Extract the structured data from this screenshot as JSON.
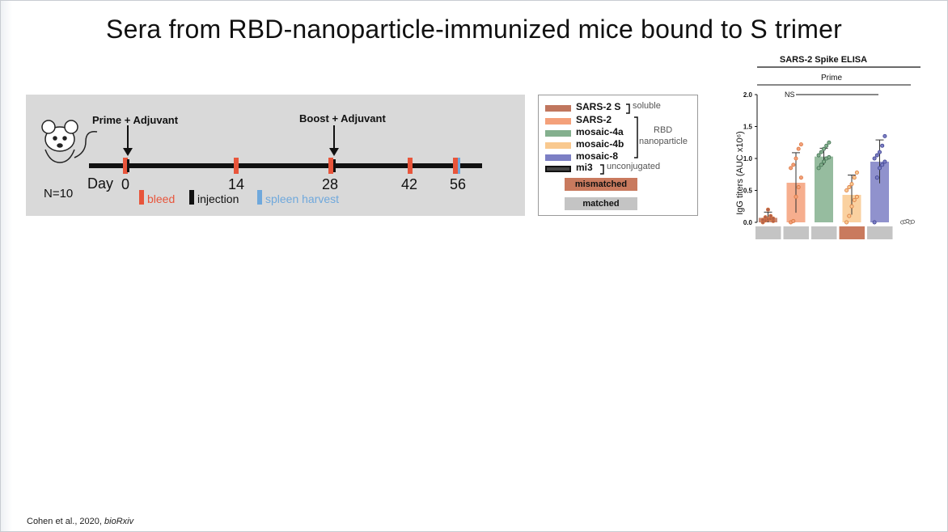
{
  "slide": {
    "title": "Sera from RBD-nanoparticle-immunized mice bound to S trimer",
    "citation_authors": "Cohen et al., 2020, ",
    "citation_journal": "bioRxiv"
  },
  "timeline": {
    "prime_label": "Prime + Adjuvant",
    "boost_label": "Boost + Adjuvant",
    "n_label": "N=10",
    "day_label": "Day",
    "days": [
      "0",
      "14",
      "28",
      "42",
      "56"
    ],
    "key": [
      {
        "label": "bleed",
        "color": "#e8553b"
      },
      {
        "label": "injection",
        "color": "#000000"
      },
      {
        "label": "spleen harvest",
        "color": "#6fa8dc"
      }
    ]
  },
  "legend": {
    "items": [
      {
        "label": "SARS-2 S",
        "color": "#c0765e"
      },
      {
        "label": "SARS-2",
        "color": "#f4a07a"
      },
      {
        "label": "mosaic-4a",
        "color": "#84b08e"
      },
      {
        "label": "mosaic-4b",
        "color": "#f9c98f"
      },
      {
        "label": "mosaic-8",
        "color": "#7c7fc4"
      },
      {
        "label": "mi3",
        "color": "#111111"
      }
    ],
    "soluble_note": "soluble",
    "rbd_note_line1": "RBD",
    "rbd_note_line2": "nanoparticle",
    "unconjugated_note": "unconjugated",
    "mismatched_label": "mismatched",
    "mismatched_color": "#c97a5e",
    "matched_label": "matched",
    "matched_color": "#c4c4c4"
  },
  "chart_data": {
    "type": "bar",
    "title": "SARS-2 Spike ELISA",
    "group_label": "Prime",
    "ylabel": "IgG titers (AUC x10⁶)",
    "ylim": [
      0,
      2.0
    ],
    "yticks": [
      "0.0",
      "0.5",
      "1.0",
      "1.5",
      "2.0"
    ],
    "significance_label": "NS",
    "categories": [
      "SARS-2 S",
      "SARS-2",
      "mosaic-4a",
      "mosaic-4b",
      "mosaic-8",
      "mi3"
    ],
    "series": [
      {
        "values": [
          0.07,
          0.62,
          1.03,
          0.43,
          0.95,
          0.01
        ],
        "errors": [
          0.09,
          0.47,
          0.13,
          0.31,
          0.34,
          0.01
        ],
        "colors": [
          "#c0765e",
          "#f4a07a",
          "#84b08e",
          "#f9c98f",
          "#7c7fc4",
          "#ffffff"
        ],
        "points": [
          [
            0.0,
            0.03,
            0.05,
            0.06,
            0.02,
            0.04,
            0.08,
            0.2,
            0.1,
            0.06
          ],
          [
            0.0,
            0.02,
            0.4,
            0.55,
            0.7,
            0.85,
            0.9,
            1.0,
            1.15,
            1.22
          ],
          [
            0.85,
            0.9,
            0.95,
            1.0,
            1.02,
            1.05,
            1.1,
            1.15,
            1.2,
            1.25
          ],
          [
            0.0,
            0.1,
            0.25,
            0.35,
            0.4,
            0.5,
            0.55,
            0.6,
            0.7,
            0.78
          ],
          [
            0.0,
            0.7,
            0.85,
            0.9,
            0.95,
            1.0,
            1.05,
            1.1,
            1.2,
            1.35
          ],
          [
            0.0,
            0.01,
            0.02,
            0.0,
            0.01
          ]
        ]
      }
    ],
    "match_bar": [
      "matched",
      "matched",
      "matched",
      "mismatched",
      "matched"
    ]
  }
}
